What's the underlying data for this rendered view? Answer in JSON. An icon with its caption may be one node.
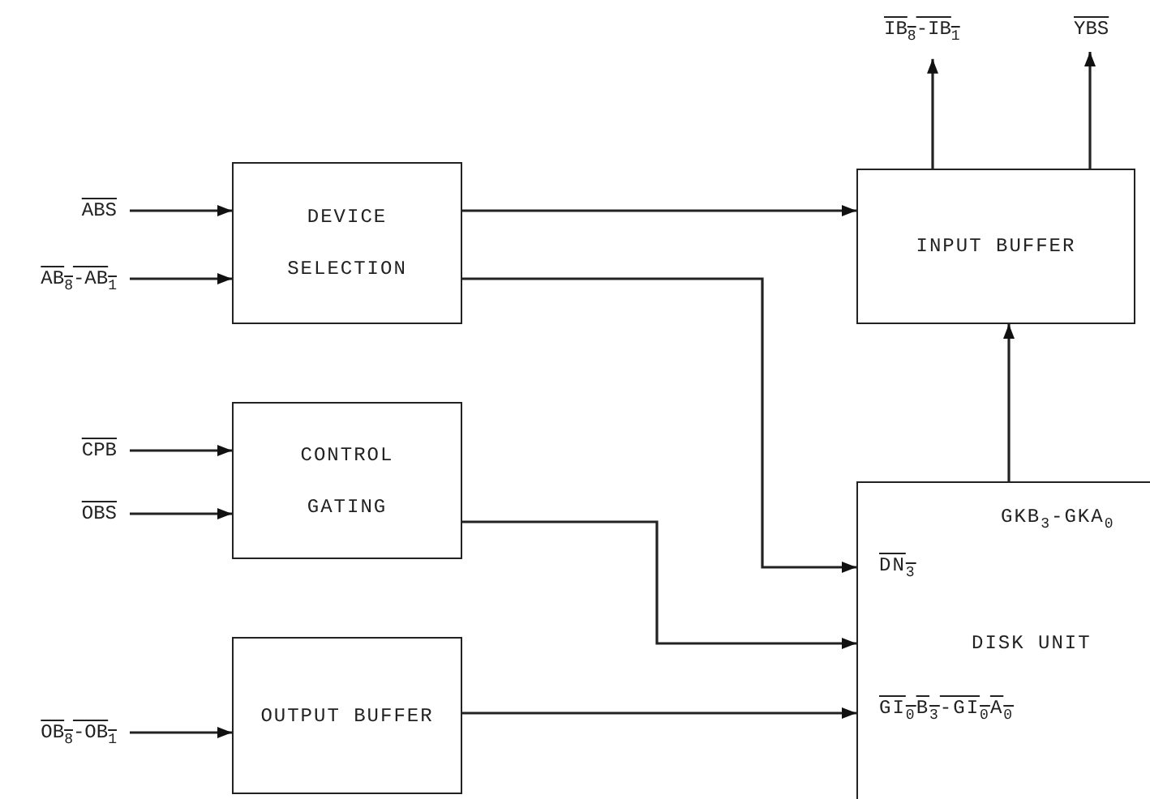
{
  "diagram": {
    "nodes": [
      {
        "text": [
          "ABS"
        ]
      },
      {
        "text": [
          "AB$_{8}$-AB$_{1}$"
        ]
      },
      {
        "text": [
          "CPB"
        ]
      },
      {
        "text": [
          "OBS"
        ]
      },
      {
        "text": [
          "OB$_{8}$-OB$_{1}$"
        ]
      },
      {
        "text": [
          "DEVICE SELECTION"
        ]
      },
      {
        "text": [
          "CONTROL GATING"
        ]
      },
      {
        "text": [
          "OUTPUT BUFFER"
        ]
      },
      {
        "text": [
          "INPUT BUFFER"
        ]
      },
      {
        "text": [
          "GKB$_{3}$-GKA$_{0}$",
          "DN$_{3}$",
          "DISK UNIT",
          "GI$_{0}$B$_{3}$-GI$_{0}$A$_{0}$"
        ]
      },
      {
        "text": [
          "IB$_{8}$-IB$_{1}$"
        ]
      },
      {
        "text": [
          "YBS"
        ]
      }
    ],
    "edges": [
      {
        "from": 0,
        "to": 5,
        "arrow": "to"
      },
      {
        "from": 1,
        "to": 5,
        "arrow": "to"
      },
      {
        "from": 2,
        "to": 6,
        "arrow": "to"
      },
      {
        "from": 3,
        "to": 6,
        "arrow": "to"
      },
      {
        "from": 4,
        "to": 7,
        "arrow": "to"
      },
      {
        "from": 5,
        "to": 8,
        "arrow": "to"
      },
      {
        "from": 5,
        "to": 9,
        "arrow": "to"
      },
      {
        "from": 6,
        "to": 9,
        "arrow": "to"
      },
      {
        "from": 7,
        "to": 9,
        "arrow": "to"
      },
      {
        "from": 9,
        "to": 8,
        "arrow": "to"
      },
      {
        "from": 8,
        "to": 10,
        "arrow": "to"
      },
      {
        "from": 8,
        "to": 11,
        "arrow": "to"
      }
    ]
  }
}
